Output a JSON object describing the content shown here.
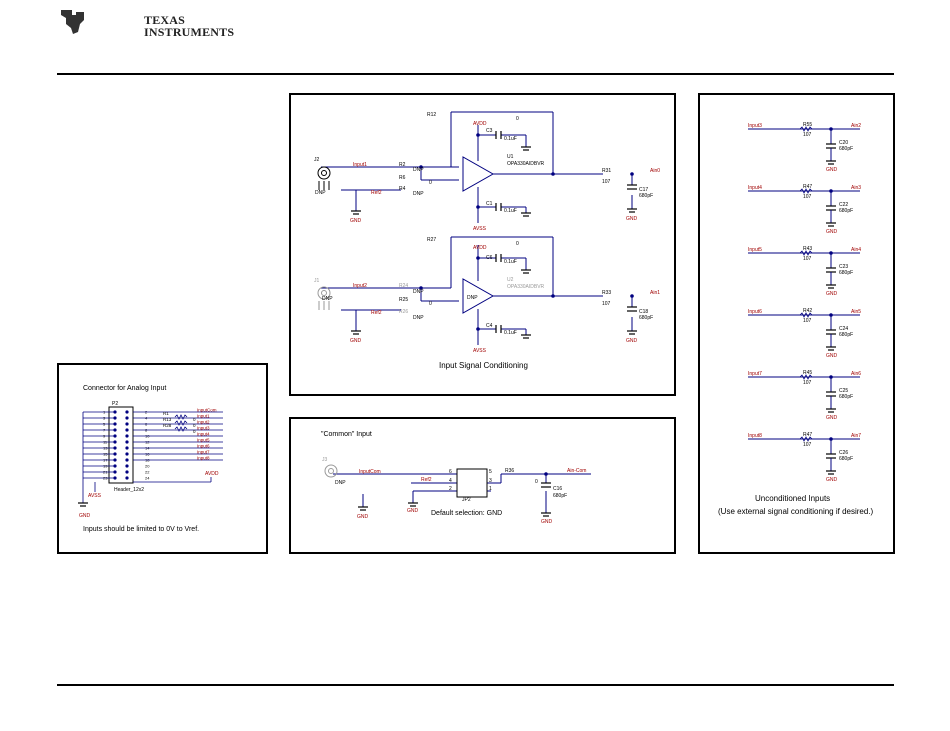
{
  "brand": {
    "name_line1": "Texas",
    "name_line2": "Instruments"
  },
  "panels": {
    "signal": {
      "caption": "Input Signal Conditioning",
      "channel1": {
        "connector": "J2",
        "connector_sub": "DNP",
        "net_input": "Input1",
        "net_ref": "Ref2",
        "resistors": [
          "R2",
          "R6",
          "R4"
        ],
        "resistor_value_mid": "0",
        "dnp": "DNP",
        "feedback": "R12",
        "feedback_value": "0",
        "supply_pos": "AVDD",
        "supply_neg": "AVSS",
        "cap_top": "C3",
        "cap_bottom": "C1",
        "cap_value": "0.1uF",
        "opamp": "U1",
        "opamp_part": "OPA330AIDBVR",
        "out_resistor": "R31",
        "out_resistor_value": "107",
        "out_cap": "C17",
        "out_cap_value": "680pF",
        "out_net": "Ain0",
        "gnd": "GND"
      },
      "channel2": {
        "connector": "J1",
        "connector_sub": "DNP",
        "net_input": "Input2",
        "net_ref": "Ref2",
        "resistors": [
          "R24",
          "R25",
          "R26"
        ],
        "resistor_value_mid": "0",
        "dnp": "DNP",
        "feedback": "R27",
        "feedback_value": "0",
        "supply_pos": "AVDD",
        "supply_neg": "AVSS",
        "cap_top": "C6",
        "cap_bottom": "C4",
        "cap_value": "0.1uF",
        "opamp": "U2",
        "opamp_part": "OPA330AIDBVR",
        "out_resistor": "R33",
        "out_resistor_value": "107",
        "out_cap": "C18",
        "out_cap_value": "680pF",
        "out_net": "Ain1",
        "gnd": "GND"
      }
    },
    "unconditioned": {
      "caption_line1": "Unconditioned Inputs",
      "caption_line2": "(Use external signal conditioning if desired.)",
      "rows": [
        {
          "input": "Input3",
          "resistor": "R55",
          "value": "107",
          "out": "Ain2",
          "cap": "C20",
          "cap_value": "680pF"
        },
        {
          "input": "Input4",
          "resistor": "R47",
          "value": "107",
          "out": "Ain3",
          "cap": "C22",
          "cap_value": "680pF"
        },
        {
          "input": "Input5",
          "resistor": "R43",
          "value": "107",
          "out": "Ain4",
          "cap": "C23",
          "cap_value": "680pF"
        },
        {
          "input": "Input6",
          "resistor": "R42",
          "value": "107",
          "out": "Ain5",
          "cap": "C24",
          "cap_value": "680pF"
        },
        {
          "input": "Input7",
          "resistor": "R45",
          "value": "107",
          "out": "Ain6",
          "cap": "C25",
          "cap_value": "680pF"
        },
        {
          "input": "Input8",
          "resistor": "R47",
          "value": "107",
          "out": "Ain7",
          "cap": "C26",
          "cap_value": "680pF"
        }
      ],
      "gnd": "GND"
    },
    "connector": {
      "title": "Connector for Analog Input",
      "header_ref": "P2",
      "header_part": "Header_12x2",
      "left_pins": [
        "1",
        "3",
        "5",
        "7",
        "9",
        "11",
        "13",
        "15",
        "17",
        "19",
        "21",
        "23"
      ],
      "right_pins": [
        "2",
        "4",
        "6",
        "8",
        "10",
        "12",
        "14",
        "16",
        "18",
        "20",
        "22",
        "24"
      ],
      "resistors": [
        "R1",
        "R13",
        "R28"
      ],
      "resistor_value": "0",
      "nets": [
        "InputCom",
        "Input1",
        "Input2",
        "Input3",
        "Input4",
        "Input5",
        "Input6",
        "Input7",
        "Input8"
      ],
      "supply": "AVDD",
      "supply_neg": "AVSS",
      "gnd": "GND",
      "note": "Inputs should be limited to 0V to Vref."
    },
    "common": {
      "title": "\"Common\" Input",
      "connector": "J3",
      "connector_sub": "DNP",
      "net_input": "InputCom",
      "net_ref": "Ref2",
      "jumper": "JP2",
      "jumper_pins": [
        "6",
        "4",
        "2",
        "5",
        "3",
        "1"
      ],
      "resistor": "R36",
      "resistor_value": "0",
      "cap": "C16",
      "cap_value": "680pF",
      "out_net": "Ain-Com",
      "gnd": "GND",
      "caption": "Default selection: GND"
    }
  },
  "colors": {
    "wire": "#000080",
    "label_red": "#a00000",
    "ink": "#000000",
    "dnp_grey": "#9a9a9a"
  }
}
